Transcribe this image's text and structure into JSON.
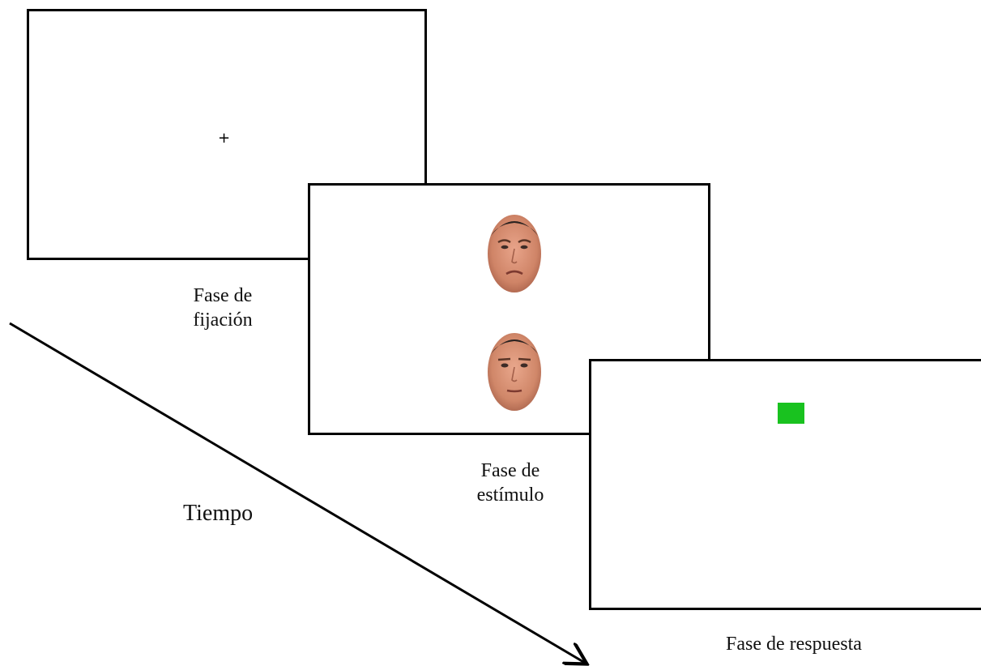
{
  "fixation_phase": {
    "symbol": "+",
    "caption_line1": "Fase de",
    "caption_line2": "fijación"
  },
  "stimulus_phase": {
    "caption_line1": "Fase de",
    "caption_line2": "estímulo",
    "faces": [
      {
        "expression": "sad"
      },
      {
        "expression": "neutral"
      }
    ]
  },
  "response_phase": {
    "caption": "Fase de respuesta",
    "target_color": "#19c21f"
  },
  "time_axis": {
    "label": "Tiempo"
  }
}
